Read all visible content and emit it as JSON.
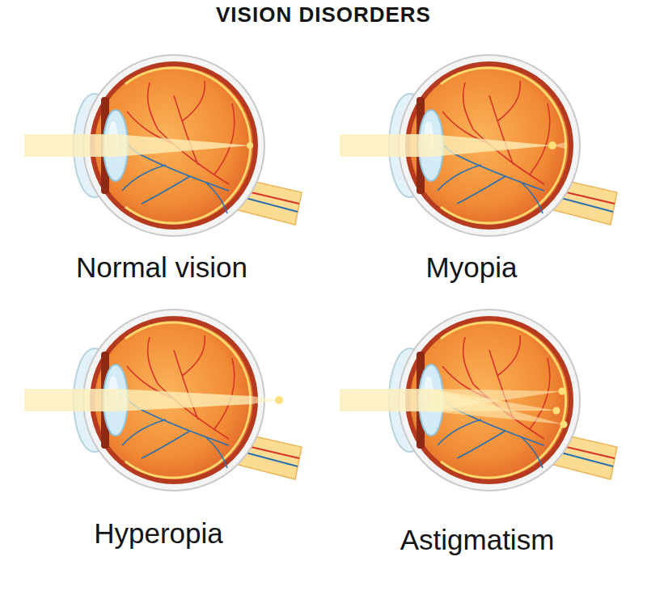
{
  "diagram": {
    "title": "VISION DISORDERS",
    "labels": [
      "Normal vision",
      "Myopia",
      "Hyperopia",
      "Astigmatism"
    ]
  }
}
